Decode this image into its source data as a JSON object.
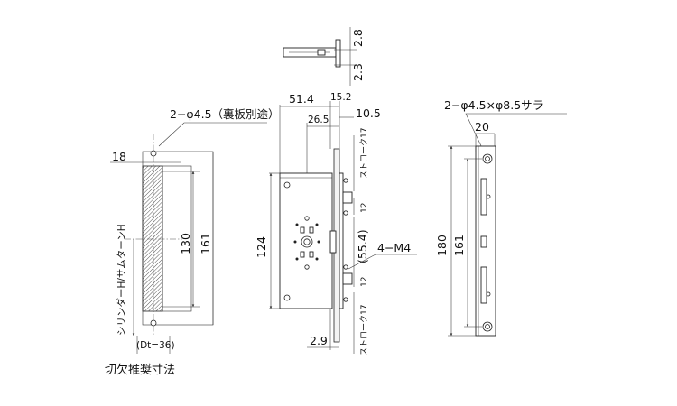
{
  "cutout": {
    "note": "2−φ4.5（裏板別途）",
    "dim_top": "18",
    "dim_inner": "130",
    "dim_outer": "161",
    "side_label": "シリンダーH/サムターンH",
    "dt_label": "(Dt=36)",
    "caption": "切欠推奨寸法"
  },
  "top_view": {
    "dim_a": "2.8",
    "dim_b": "2.3"
  },
  "body": {
    "dim_width": "51.4",
    "dim_face": "15.2",
    "dim_backset": "26.5",
    "dim_face_thk": "10.5",
    "dim_height": "124",
    "dim_center": "(55.4)",
    "screw_label": "4−M4",
    "stroke_top": "ストローク17",
    "stroke_bottom": "ストローク17",
    "pitch_top": "12",
    "pitch_bottom": "12",
    "dim_bottom": "2.9"
  },
  "strike": {
    "note": "2−φ4.5×φ8.5サラ",
    "dim_width": "20",
    "dim_outer": "180",
    "dim_inner": "161"
  }
}
